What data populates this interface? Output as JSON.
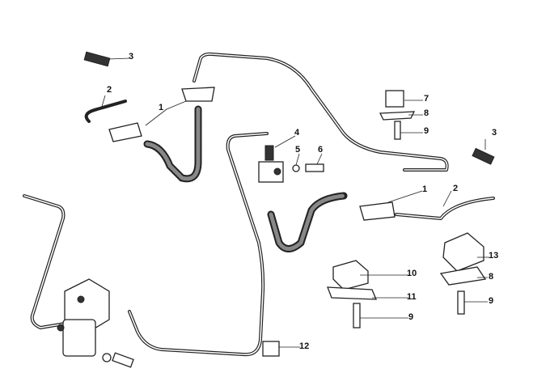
{
  "diagram": {
    "labels": [
      {
        "id": "label-3-top-left",
        "text": "3"
      },
      {
        "id": "label-2-top-left",
        "text": "2"
      },
      {
        "id": "label-1-top-left",
        "text": "1"
      },
      {
        "id": "label-4",
        "text": "4"
      },
      {
        "id": "label-5",
        "text": "5"
      },
      {
        "id": "label-6",
        "text": "6"
      },
      {
        "id": "label-7",
        "text": "7"
      },
      {
        "id": "label-8-top",
        "text": "8"
      },
      {
        "id": "label-9-top",
        "text": "9"
      },
      {
        "id": "label-3-right",
        "text": "3"
      },
      {
        "id": "label-1-right",
        "text": "1"
      },
      {
        "id": "label-2-right",
        "text": "2"
      },
      {
        "id": "label-10",
        "text": "10"
      },
      {
        "id": "label-11",
        "text": "11"
      },
      {
        "id": "label-9-middle",
        "text": "9"
      },
      {
        "id": "label-13",
        "text": "13"
      },
      {
        "id": "label-8-right",
        "text": "8"
      },
      {
        "id": "label-9-right",
        "text": "9"
      },
      {
        "id": "label-12",
        "text": "12"
      }
    ]
  }
}
